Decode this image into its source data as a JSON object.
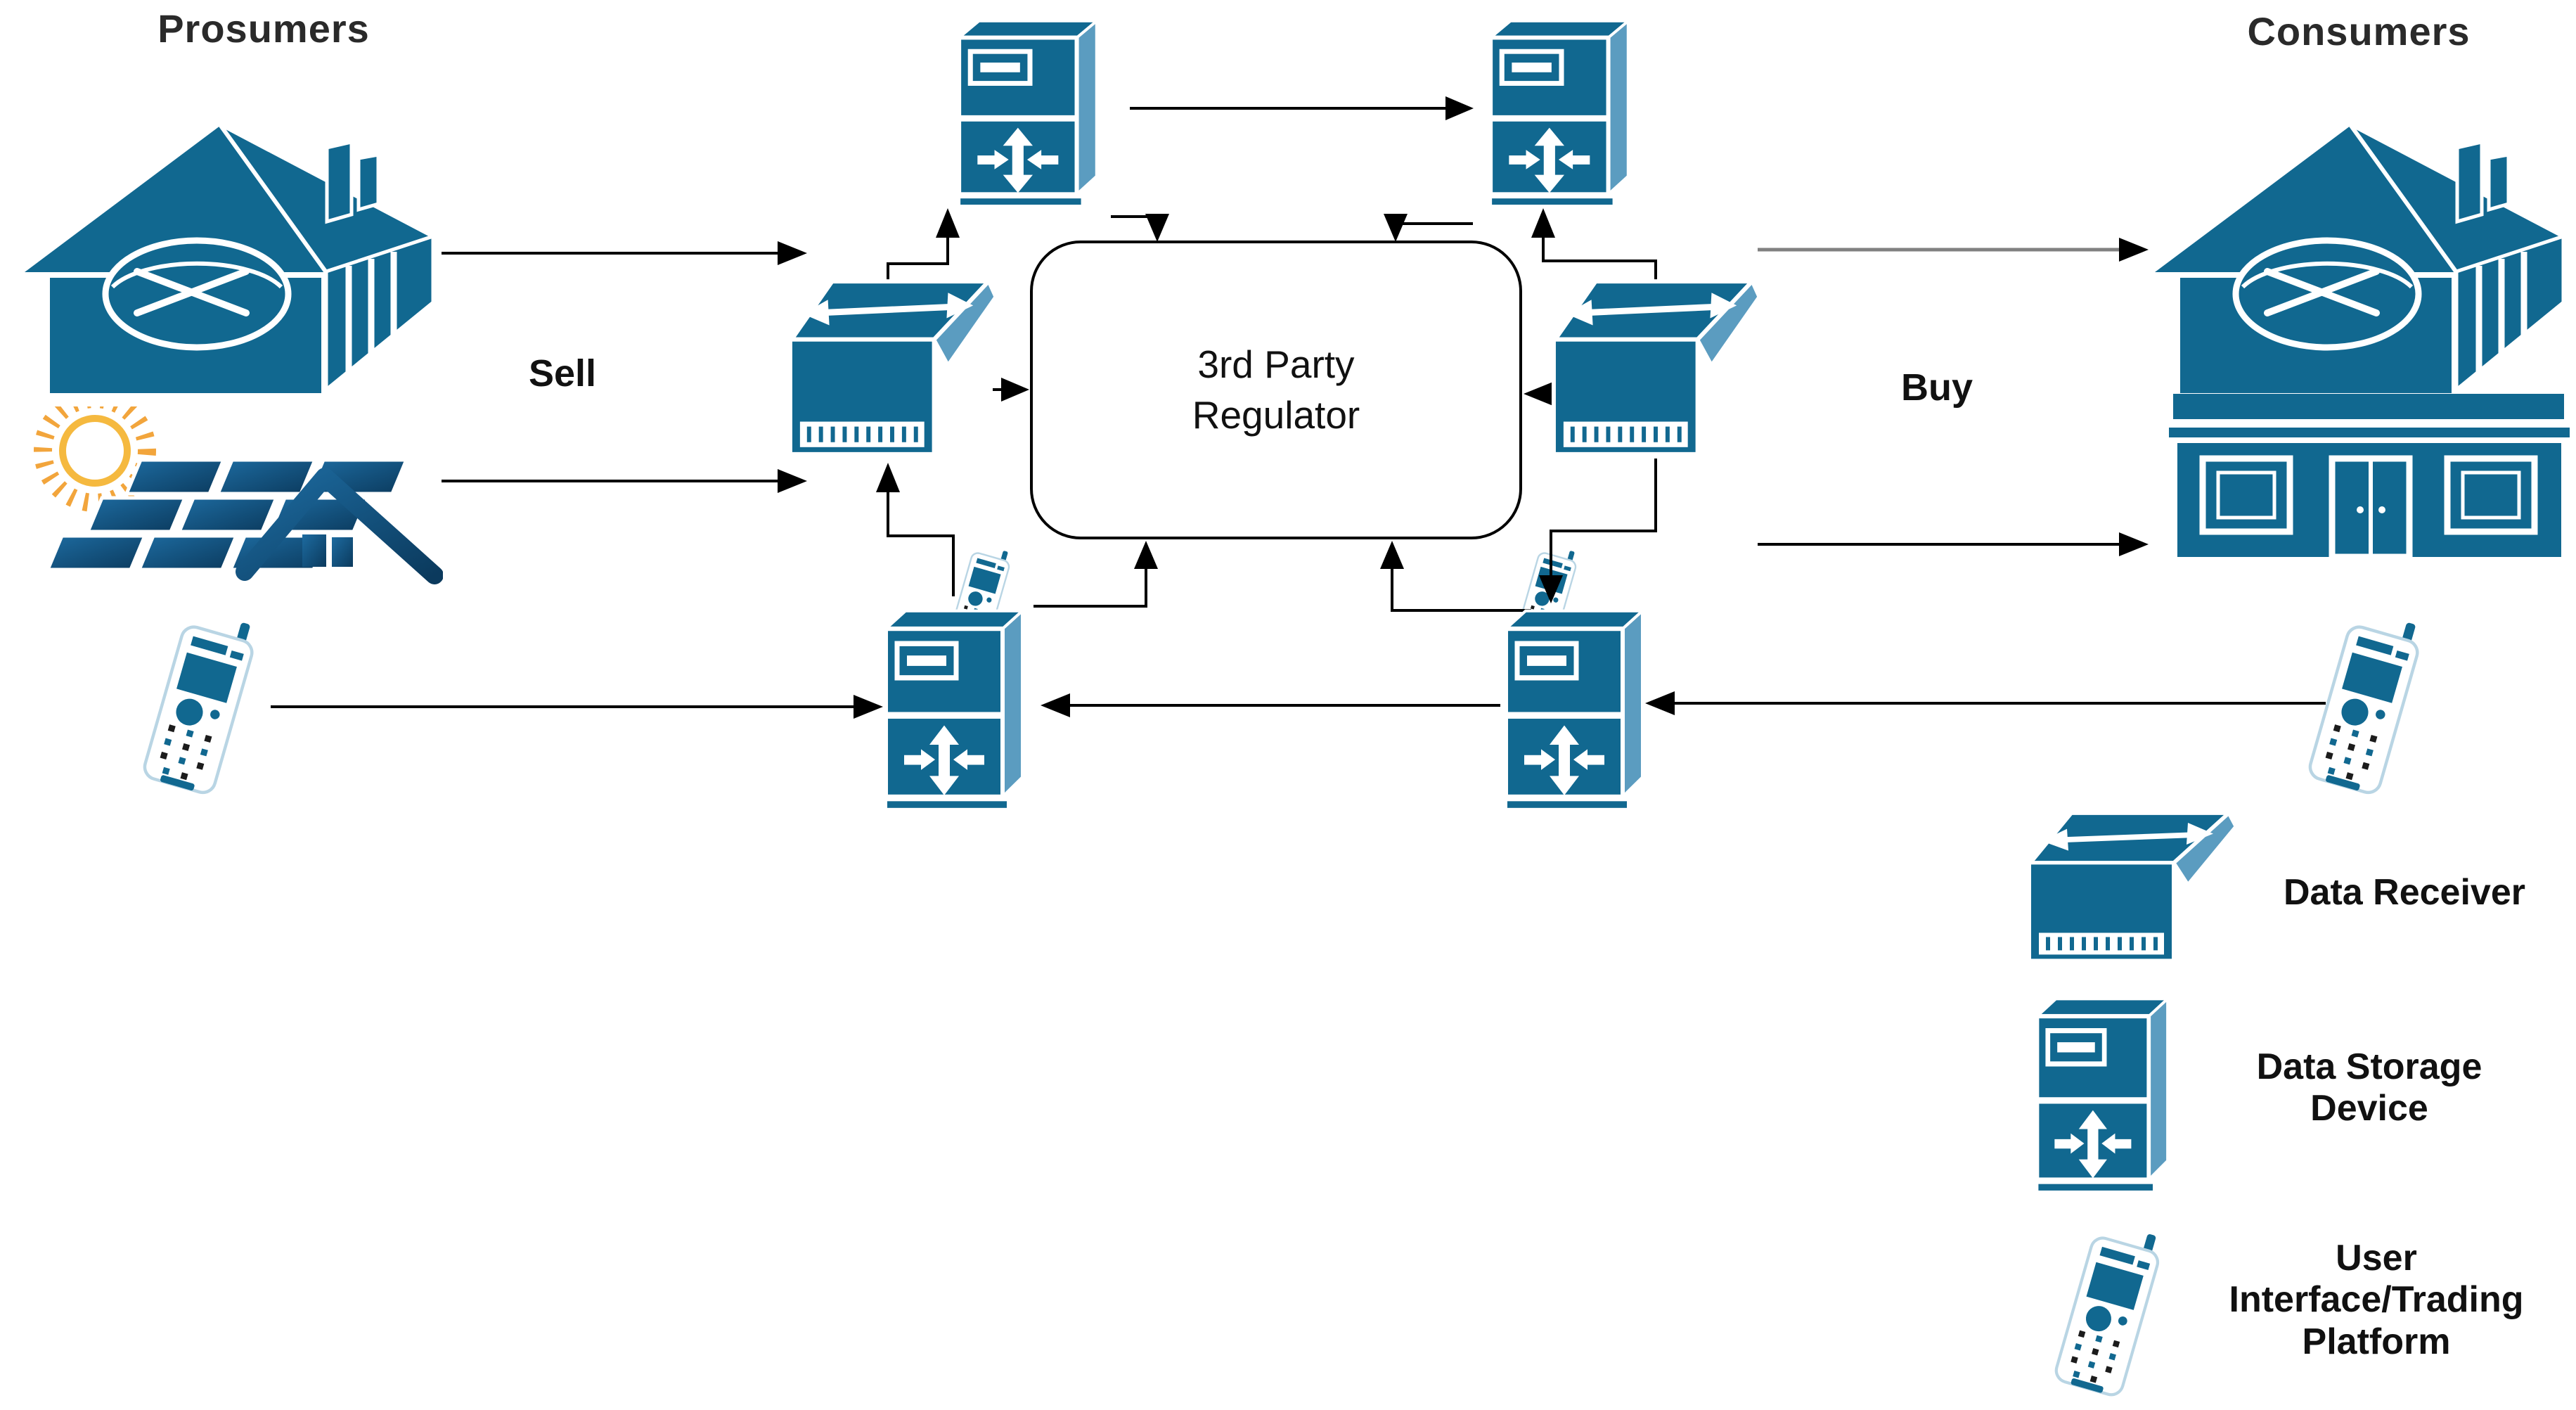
{
  "diagram": {
    "title_left": "Prosumers",
    "title_right": "Consumers",
    "flow_left": "Sell",
    "flow_right": "Buy",
    "regulator_label": "3rd Party\nRegulator"
  },
  "legend": {
    "items": [
      {
        "icon": "data-receiver-icon",
        "label": "Data Receiver"
      },
      {
        "icon": "data-storage-device-icon",
        "label": "Data Storage\nDevice"
      },
      {
        "icon": "user-interface-trading-platform-icon",
        "label": "User\nInterface/Trading\nPlatform"
      }
    ]
  },
  "colors": {
    "device_blue": "#116890",
    "device_blue_light": "#5b9cc0",
    "panel_blue_dark": "#0b3a5d",
    "sun_orange": "#f2a53c",
    "connector_black": "#000000",
    "connector_gray": "#808080",
    "text_color": "#1f1f1f"
  }
}
